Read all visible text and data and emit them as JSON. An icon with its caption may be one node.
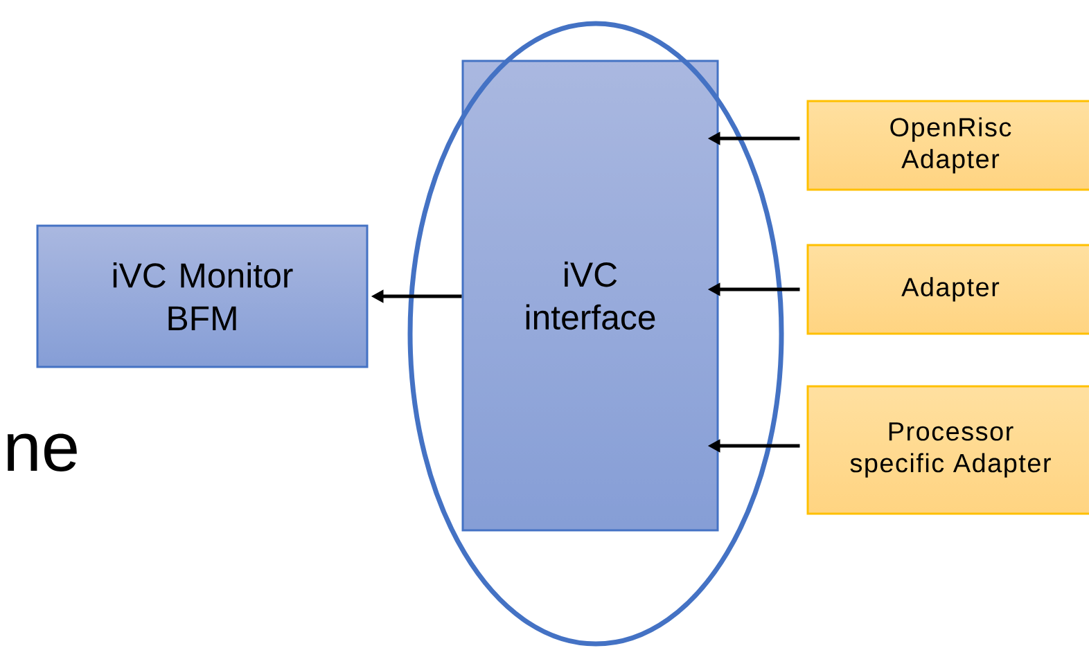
{
  "diagram": {
    "nodes": [
      {
        "text": [
          "iVC Monitor BFM"
        ]
      },
      {
        "text": [
          "iVC interface"
        ]
      },
      {
        "text": [
          "OpenRisc Adapter"
        ]
      },
      {
        "text": [
          "Adapter"
        ]
      },
      {
        "text": [
          "Processor specific Adapter"
        ]
      }
    ],
    "edges": [
      {
        "from": 1,
        "to": 0,
        "arrow": "to"
      },
      {
        "from": 2,
        "to": 1,
        "arrow": "to"
      },
      {
        "from": 3,
        "to": 1,
        "arrow": "to"
      },
      {
        "from": 4,
        "to": 1,
        "arrow": "to"
      }
    ],
    "labels": [
      "ne"
    ]
  }
}
